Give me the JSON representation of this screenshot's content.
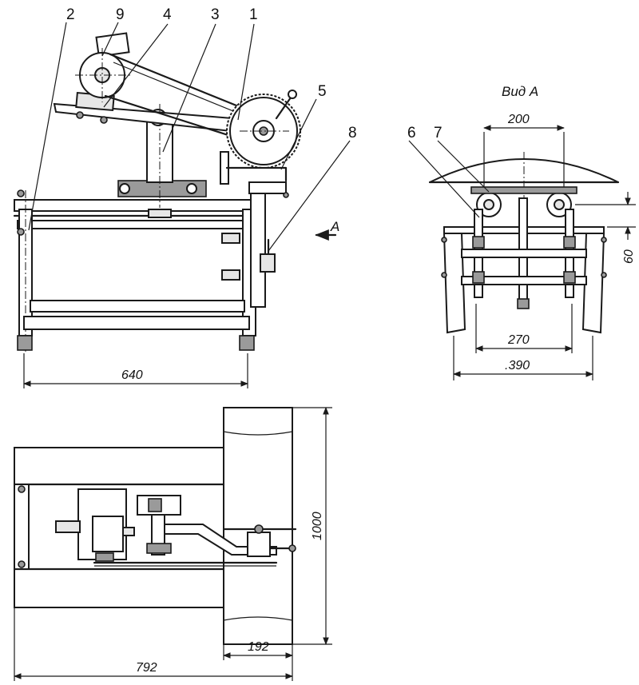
{
  "callouts": {
    "c1": "1",
    "c2": "2",
    "c3": "3",
    "c4": "4",
    "c5": "5",
    "c6": "6",
    "c7": "7",
    "c8": "8",
    "c9": "9"
  },
  "view_arrow_label": "A",
  "view_a_title": "Вид А",
  "dimensions": {
    "side_width": "640",
    "top_length": "792",
    "table_depth": "1000",
    "table_width": "192",
    "front_top": "200",
    "front_mid": "270",
    "front_overall": ".390",
    "front_height": "60"
  }
}
